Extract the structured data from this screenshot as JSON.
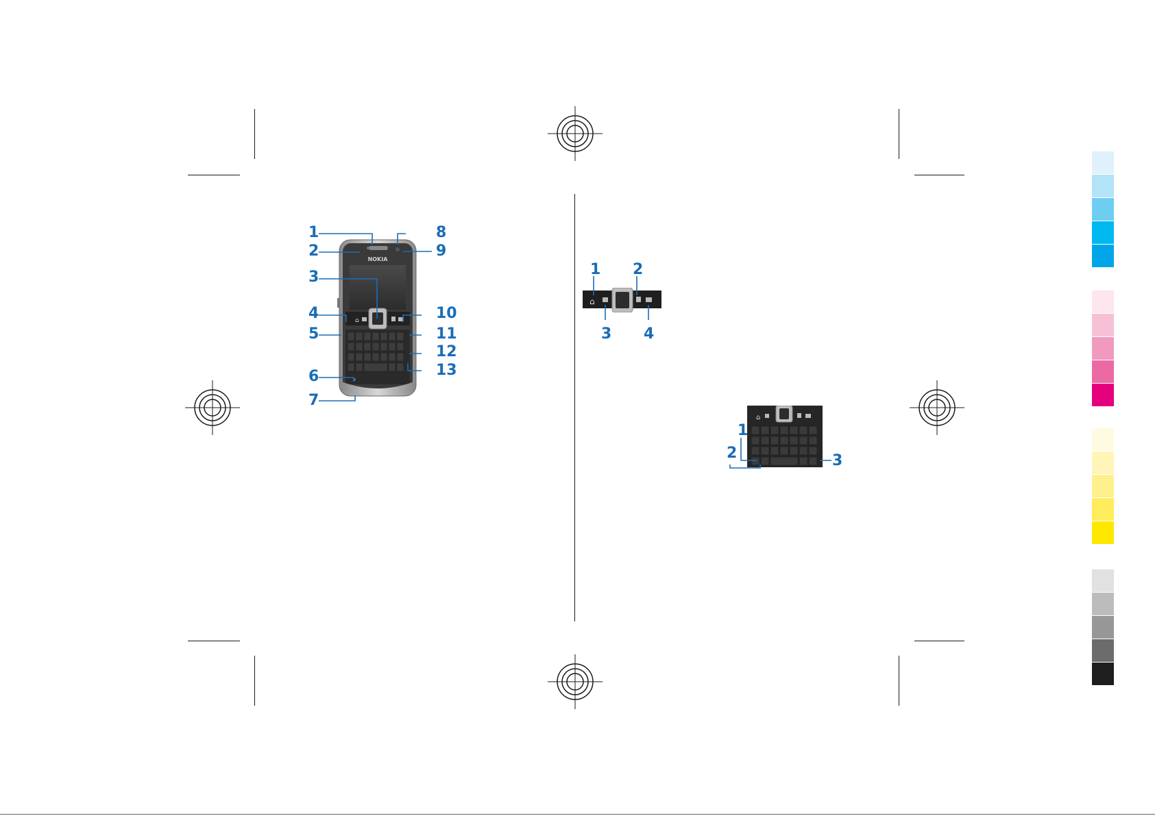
{
  "page": {
    "colors": {
      "callout": "#1a6db6",
      "crop_marks": "#1a1a1a",
      "phone_body": "#3a3a3a",
      "phone_chrome": "#b9b9b9",
      "keypad": "#2a2a2a"
    }
  },
  "figure_main": {
    "brand": "NOKIA",
    "callouts": [
      "1",
      "2",
      "3",
      "4",
      "5",
      "6",
      "7",
      "8",
      "9",
      "10",
      "11",
      "12",
      "13"
    ]
  },
  "figure_strip": {
    "callouts": [
      "1",
      "2",
      "3",
      "4"
    ],
    "icons": [
      "home-icon",
      "calendar-icon",
      "contacts-icon",
      "mail-icon"
    ]
  },
  "figure_keypad": {
    "callouts": [
      "1",
      "2",
      "3"
    ]
  },
  "color_bar": {
    "cyan": [
      "#dff1fb",
      "#b3e3f8",
      "#6fcdf2",
      "#00b8f0",
      "#00a6e8"
    ],
    "magenta": [
      "#fde6ee",
      "#f6c0d6",
      "#f19ac0",
      "#ec6aa4",
      "#e5007e"
    ],
    "yellow": [
      "#fffbe2",
      "#fff5b8",
      "#fff08e",
      "#ffec5c",
      "#ffe800"
    ],
    "black": [
      "#e1e1e1",
      "#bcbcbd",
      "#979797",
      "#6c6c6c",
      "#1e1e1e"
    ]
  }
}
